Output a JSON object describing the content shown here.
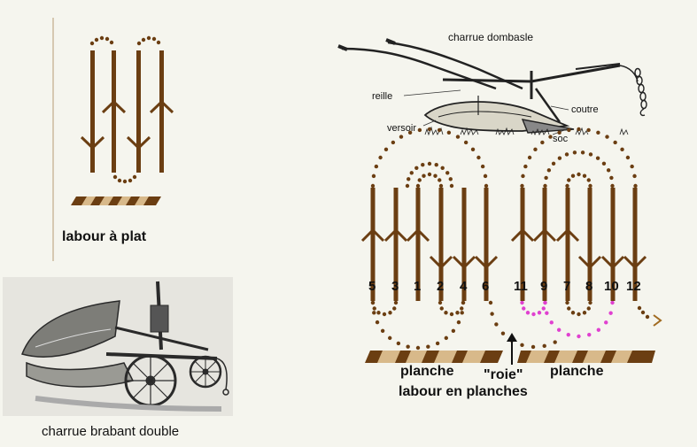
{
  "flat": {
    "title": "labour à plat"
  },
  "dombasle": {
    "title": "charrue dombasle",
    "parts": {
      "reille": "reille",
      "versoir": "versoir",
      "coutre": "coutre",
      "soc": "soc"
    }
  },
  "brabant": {
    "caption": "charrue brabant double"
  },
  "planches": {
    "title": "labour en planches",
    "planche_left": "planche",
    "planche_right": "planche",
    "roie": "\"roie\"",
    "furrows": [
      {
        "label": "5",
        "dir": "up"
      },
      {
        "label": "3",
        "dir": "up"
      },
      {
        "label": "1",
        "dir": "up"
      },
      {
        "label": "2",
        "dir": "down"
      },
      {
        "label": "4",
        "dir": "down"
      },
      {
        "label": "6",
        "dir": "down"
      },
      {
        "label": "11",
        "dir": "up"
      },
      {
        "label": "9",
        "dir": "up"
      },
      {
        "label": "7",
        "dir": "up"
      },
      {
        "label": "8",
        "dir": "down"
      },
      {
        "label": "10",
        "dir": "down"
      },
      {
        "label": "12",
        "dir": "down"
      }
    ]
  },
  "colors": {
    "background": "#f5f5ee",
    "furrow": "#6b3e12",
    "dots": "#6b3e12",
    "accent_dots": "#e040d0",
    "planche_light": "#d8b98a"
  }
}
